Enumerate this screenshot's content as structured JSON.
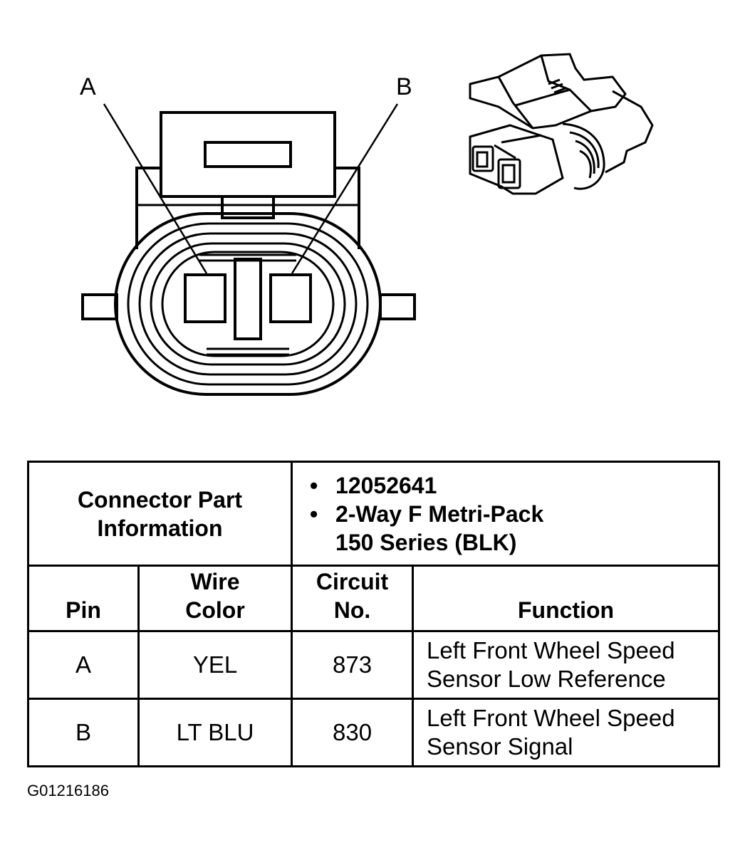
{
  "callouts": {
    "a": "A",
    "b": "B"
  },
  "part_info": {
    "label_line1": "Connector Part",
    "label_line2": "Information",
    "part_number": "12052641",
    "description_line1": "2-Way F Metri-Pack",
    "description_line2": "150 Series (BLK)"
  },
  "columns": {
    "pin": "Pin",
    "wire_line1": "Wire",
    "wire_line2": "Color",
    "circuit_line1": "Circuit",
    "circuit_line2": "No.",
    "function": "Function"
  },
  "rows": [
    {
      "pin": "A",
      "wire_color": "YEL",
      "circuit": "873",
      "function_line1": "Left Front Wheel Speed",
      "function_line2": "Sensor Low Reference"
    },
    {
      "pin": "B",
      "wire_color": "LT BLU",
      "circuit": "830",
      "function_line1": "Left Front Wheel Speed",
      "function_line2": "Sensor Signal"
    }
  ],
  "figure_id": "G01216186"
}
